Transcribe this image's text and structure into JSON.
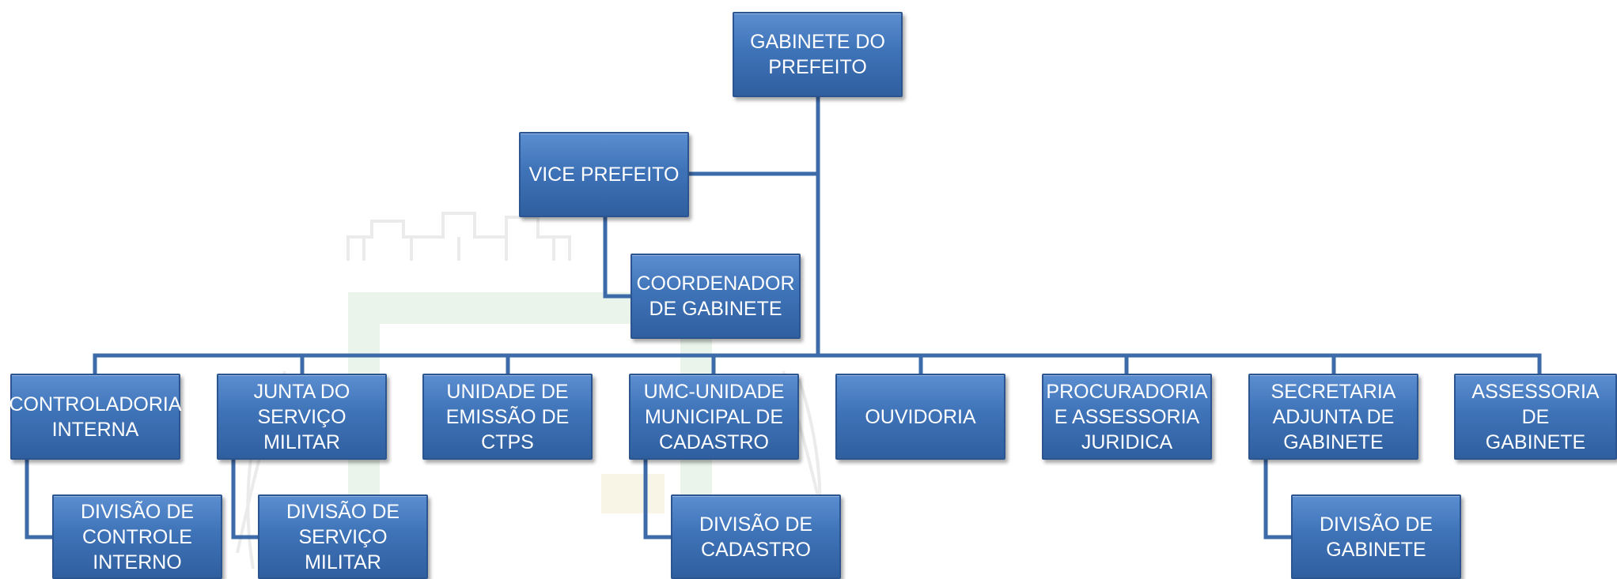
{
  "diagram": {
    "colors": {
      "node_fill": "#3f73b8",
      "node_border": "#2a5590",
      "node_text": "#ffffff",
      "connector": "#3d6aa8"
    },
    "watermark": "coat-of-arms-crest",
    "nodes": {
      "gabinete": "GABINETE DO\nPREFEITO",
      "vice": "VICE PREFEITO",
      "coordenador": "COORDENADOR\nDE GABINETE",
      "controladoria": "CONTROLADORIA\nINTERNA",
      "junta": "JUNTA DO\nSERVIÇO MILITAR",
      "ctps": "UNIDADE DE\nEMISSÃO DE\nCTPS",
      "umc": "UMC-UNIDADE\nMUNICIPAL DE\nCADASTRO",
      "ouvidoria": "OUVIDORIA",
      "procuradoria": "PROCURADORIA\nE ASSESSORIA\nJURIDICA",
      "secretaria": "SECRETARIA\nADJUNTA DE\nGABINETE",
      "assessoria": "ASSESSORIA DE\nGABINETE",
      "div_controle": "DIVISÃO DE\nCONTROLE\nINTERNO",
      "div_militar": "DIVISÃO DE\nSERVIÇO MILITAR",
      "div_cadastro": "DIVISÃO DE\nCADASTRO",
      "div_gabinete": "DIVISÃO DE\nGABINETE"
    }
  }
}
